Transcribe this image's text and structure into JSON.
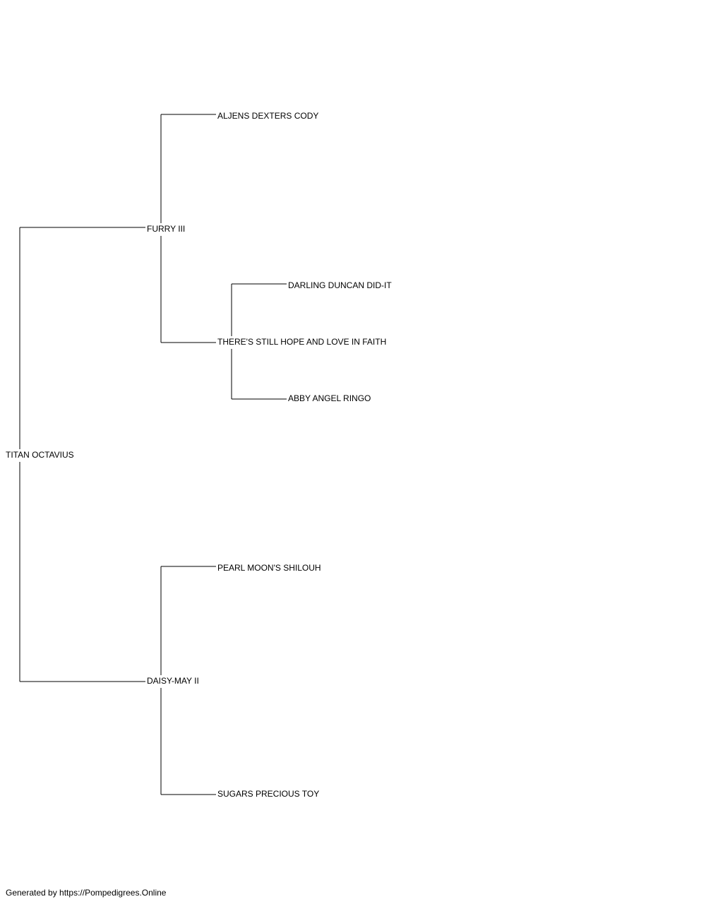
{
  "tree": {
    "root": {
      "name": "TITAN OCTAVIUS",
      "sire": {
        "name": "FURRY III",
        "sire": {
          "name": "ALJENS DEXTERS CODY"
        },
        "dam": {
          "name": "THERE'S STILL HOPE AND LOVE IN FAITH",
          "sire": {
            "name": "DARLING DUNCAN DID-IT"
          },
          "dam": {
            "name": "ABBY ANGEL RINGO"
          }
        }
      },
      "dam": {
        "name": "DAISY-MAY II",
        "sire": {
          "name": "PEARL MOON'S SHILOUH"
        },
        "dam": {
          "name": "SUGARS PRECIOUS TOY"
        }
      }
    }
  },
  "footer": {
    "text": "Generated by https://Pompedigrees.Online"
  }
}
